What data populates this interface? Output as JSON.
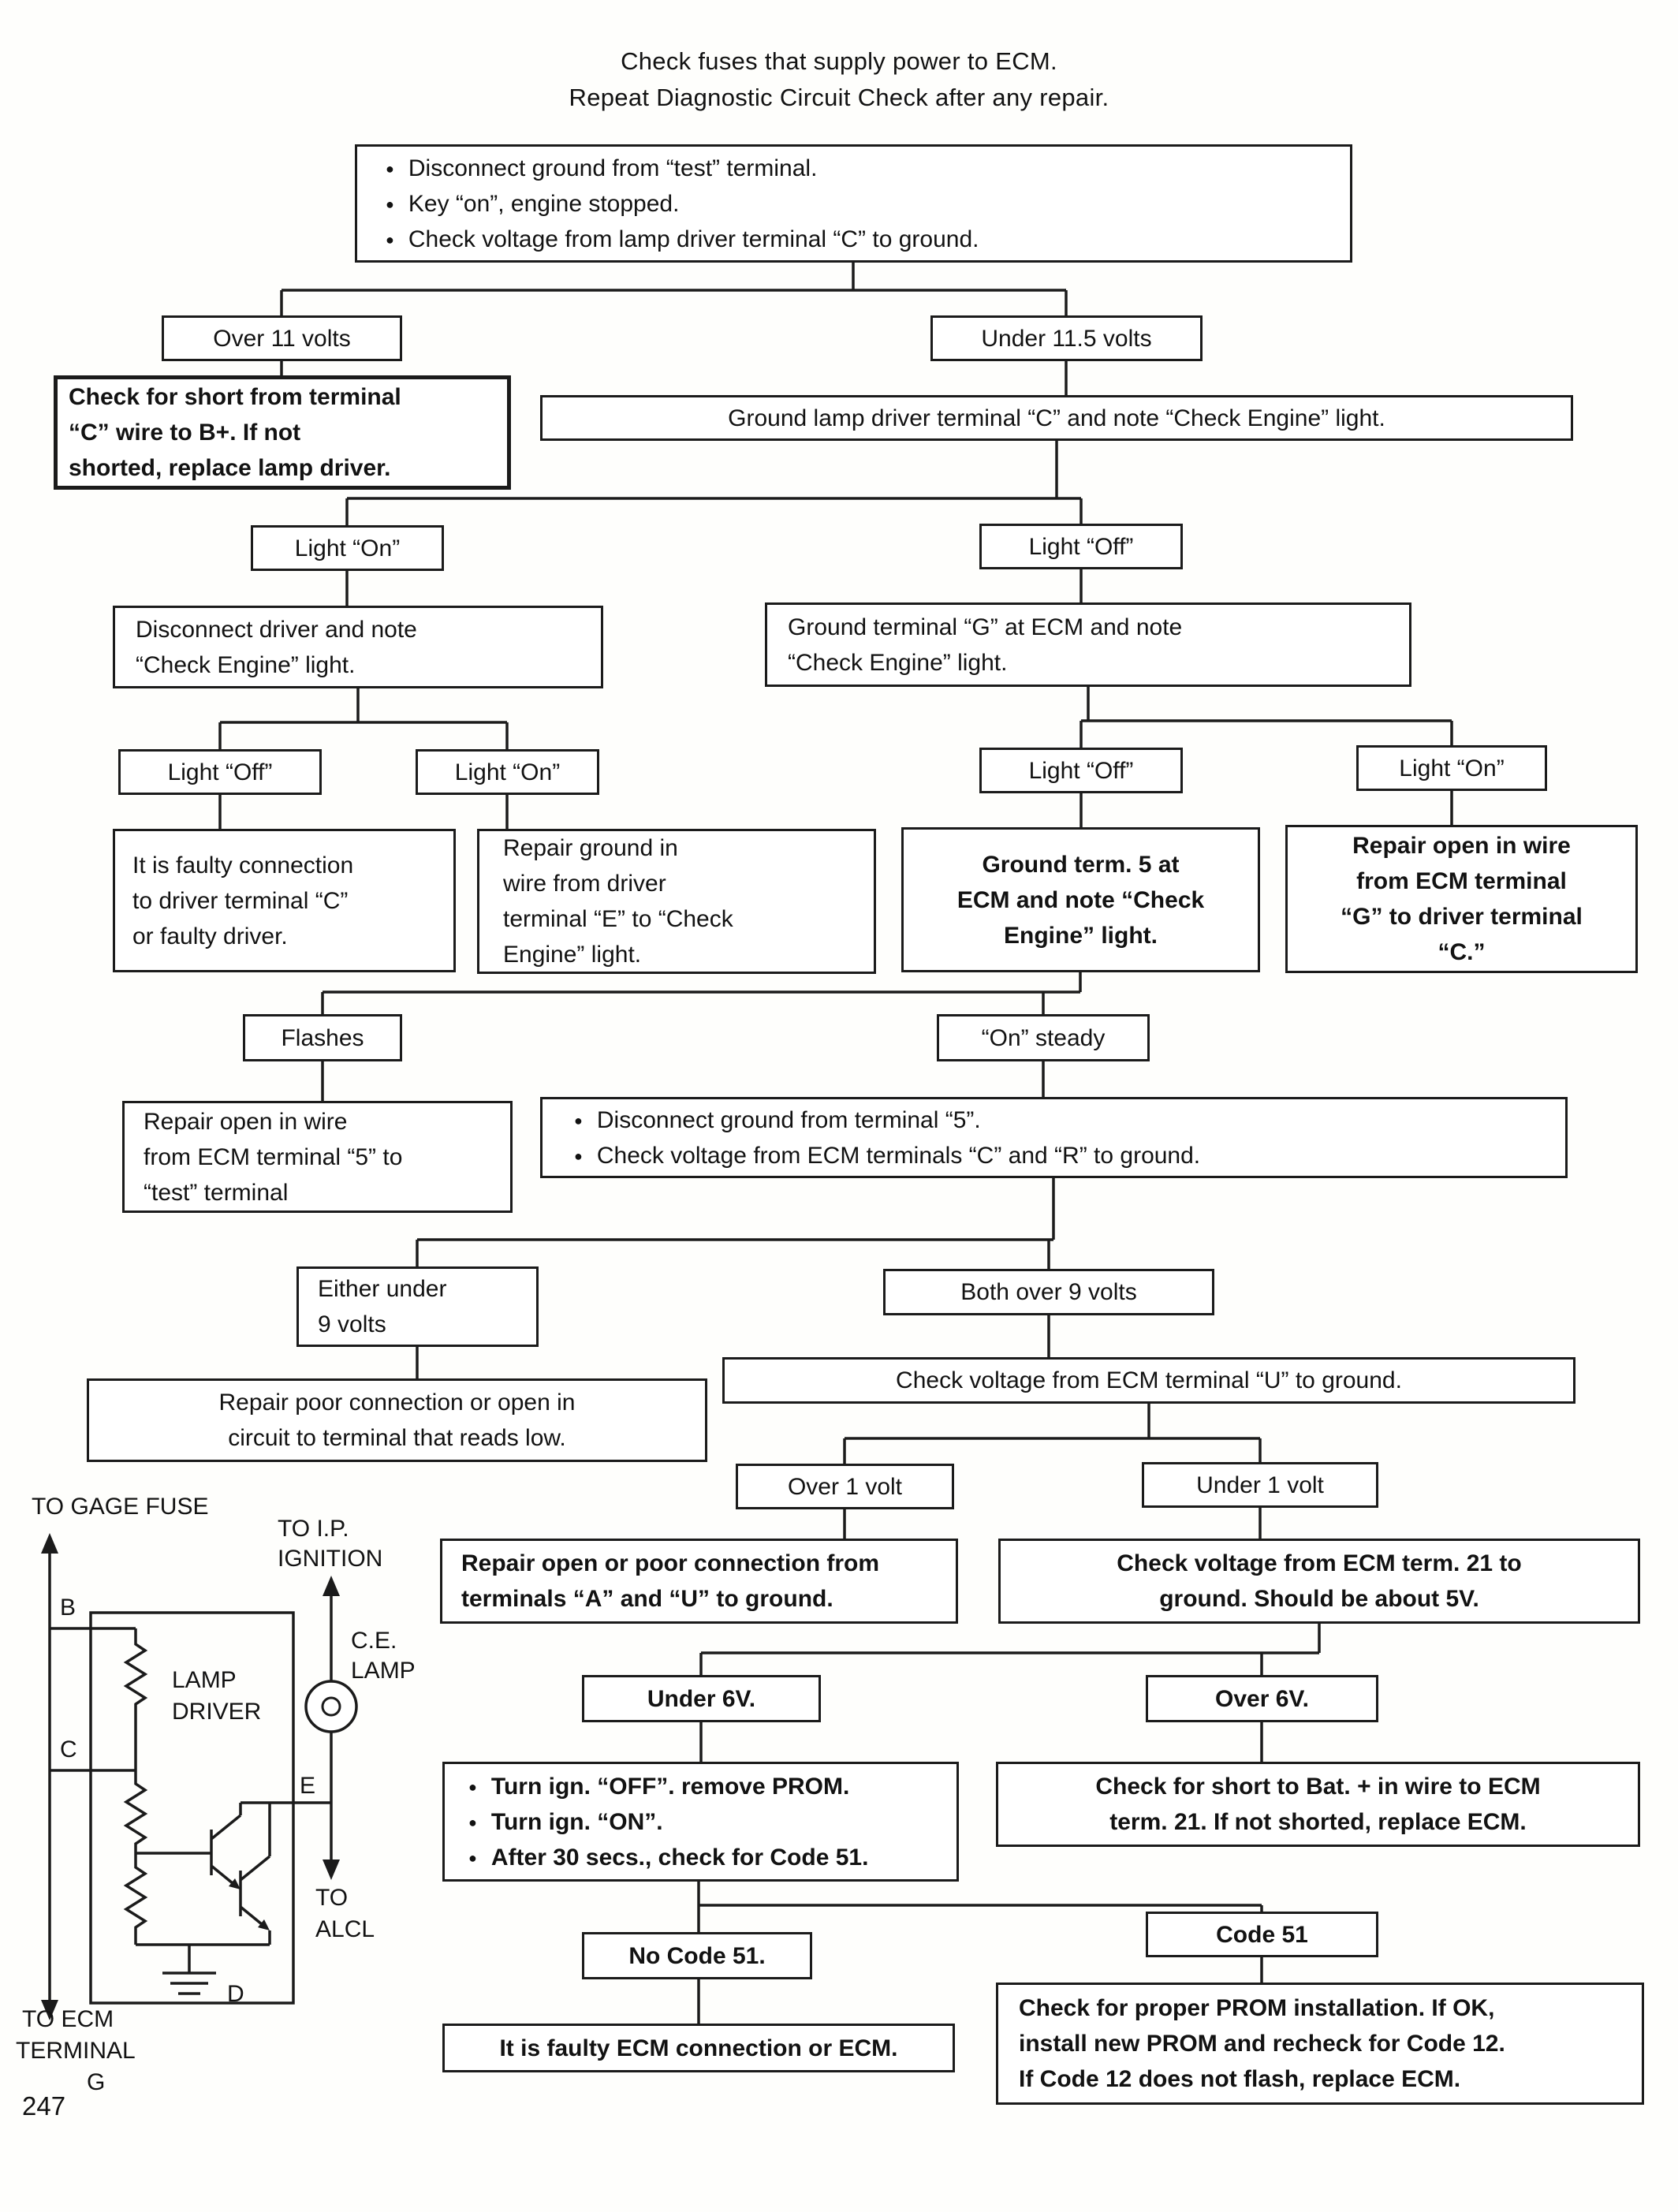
{
  "page": {
    "title_line1": "Check fuses that supply power to ECM.",
    "title_line2": "Repeat Diagnostic Circuit Check after any repair.",
    "page_number": "247"
  },
  "flowchart": {
    "start": {
      "bullets": [
        "Disconnect ground from “test” terminal.",
        "Key “on”, engine stopped.",
        "Check voltage from lamp driver terminal “C” to ground."
      ]
    },
    "over_11_volts": "Over 11 volts",
    "under_115_volts": "Under 11.5 volts",
    "short_check": {
      "lines": [
        "Check for short from terminal",
        "“C” wire to B+. If not",
        "shorted, replace lamp driver."
      ]
    },
    "ground_lamp_driver": "Ground lamp driver terminal “C” and note “Check Engine” light.",
    "light_on_1": "Light “On”",
    "light_off_1": "Light “Off”",
    "disconnect_driver": {
      "lines": [
        "Disconnect driver and note",
        "“Check Engine” light."
      ]
    },
    "ground_terminal_g": {
      "lines": [
        "Ground terminal “G” at ECM and note",
        "“Check Engine” light."
      ]
    },
    "light_off_2": "Light “Off”",
    "light_on_2": "Light “On”",
    "faulty_connection": {
      "lines": [
        "It is faulty connection",
        "to driver terminal “C”",
        "or faulty driver."
      ]
    },
    "repair_ground_wire": {
      "lines": [
        "Repair ground in",
        "wire from driver",
        "terminal “E” to “Check",
        "Engine” light."
      ]
    },
    "light_off_3": "Light “Off”",
    "light_on_3": "Light “On”",
    "ground_term_5": {
      "lines": [
        "Ground term. 5 at",
        "ECM and note “Check",
        "Engine” light."
      ]
    },
    "repair_open_g": {
      "lines": [
        "Repair open in wire",
        "from ECM terminal",
        "“G” to driver terminal",
        "“C.”"
      ]
    },
    "flashes": "Flashes",
    "on_steady": "“On” steady",
    "repair_open_5": {
      "lines": [
        "Repair open in wire",
        "from ECM terminal “5” to",
        "“test” terminal"
      ]
    },
    "check_c_r": {
      "bullets": [
        "Disconnect ground from terminal “5”.",
        "Check voltage from ECM terminals “C” and “R” to ground."
      ]
    },
    "either_under_9": {
      "lines": [
        "Either under",
        "9 volts"
      ]
    },
    "both_over_9": "Both over 9 volts",
    "repair_poor_connection": {
      "lines": [
        "Repair poor connection or open in",
        "circuit to terminal that reads low."
      ]
    },
    "check_terminal_u": "Check voltage from ECM terminal “U” to ground.",
    "over_1_volt": "Over 1 volt",
    "under_1_volt": "Under 1 volt",
    "repair_a_u": {
      "lines": [
        "Repair open or poor connection from",
        "terminals “A” and “U” to ground."
      ]
    },
    "check_term_21": {
      "lines": [
        "Check voltage from ECM term. 21 to",
        "ground. Should be about 5V."
      ]
    },
    "under_6v": "Under 6V.",
    "over_6v": "Over 6V.",
    "prom_check": {
      "bullets": [
        "Turn ign. “OFF”. remove PROM.",
        "Turn ign. “ON”.",
        "After 30 secs., check for Code 51."
      ]
    },
    "short_to_bat": {
      "lines": [
        "Check for short to Bat. + in wire to ECM",
        "term. 21. If not shorted, replace ECM."
      ]
    },
    "no_code_51": "No Code 51.",
    "code_51": "Code 51",
    "faulty_ecm": "It is faulty ECM connection or ECM.",
    "prom_install": {
      "lines": [
        "Check for proper PROM installation. If OK,",
        "install new PROM and recheck for Code 12.",
        "If Code 12 does not flash, replace ECM."
      ]
    }
  },
  "circuit": {
    "to_gage_fuse": "TO GAGE FUSE",
    "to_ip_line1": "TO I.P.",
    "to_ip_line2": "IGNITION",
    "ce_lamp_line1": "C.E.",
    "ce_lamp_line2": "LAMP",
    "lamp_driver_line1": "LAMP",
    "lamp_driver_line2": "DRIVER",
    "terminal_b": "B",
    "terminal_c": "C",
    "terminal_e": "E",
    "terminal_d": "D",
    "to_alcl_line1": "TO",
    "to_alcl_line2": "ALCL",
    "to_ecm_line1": "TO ECM",
    "to_ecm_line2": "TERMINAL",
    "to_ecm_line3": "G"
  }
}
